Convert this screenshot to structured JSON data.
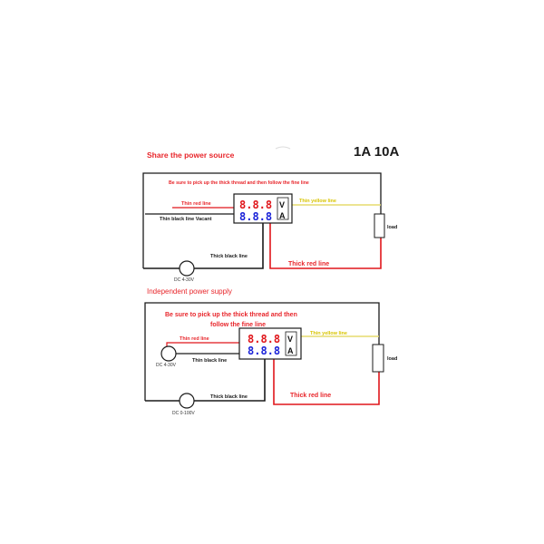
{
  "header": {
    "rating": "1A 10A"
  },
  "top_diagram": {
    "section_title": "Share the power source",
    "instruction": "Be sure to pick up the thick thread and then follow the fine line",
    "thin_red_label": "Thin red line",
    "thin_black_label": "Thin black line Vacant",
    "thin_yellow_label": "Thin yellow line",
    "thick_black_label": "Thick black line",
    "thick_red_label": "Thick red line",
    "load_label": "load",
    "source_label": "DC 4-30V",
    "meter": {
      "volt_digits": "8.8.8",
      "amp_digits": "8.8.8",
      "volt_unit": "V",
      "amp_unit": "A"
    }
  },
  "bottom_diagram": {
    "section_title": "Independent power supply",
    "instruction_line1": "Be sure to pick up the thick thread and then",
    "instruction_line2": "follow the fine line",
    "thin_red_label": "Thin red line",
    "thin_black_label": "Thin black line",
    "thin_yellow_label": "Thin yellow line",
    "thick_black_label": "Thick black line",
    "thick_red_label": "Thick red line",
    "load_label": "load",
    "source1_label": "DC 4-30V",
    "source2_label": "DC 0-100V",
    "meter": {
      "volt_digits": "8.8.8",
      "amp_digits": "8.8.8",
      "volt_unit": "V",
      "amp_unit": "A"
    }
  },
  "colors": {
    "wire_red": "#e0161b",
    "wire_black": "#1a1a1a",
    "wire_yellow": "#e6dc6e",
    "digit_red": "#e0161b",
    "digit_blue": "#1a22d8"
  }
}
